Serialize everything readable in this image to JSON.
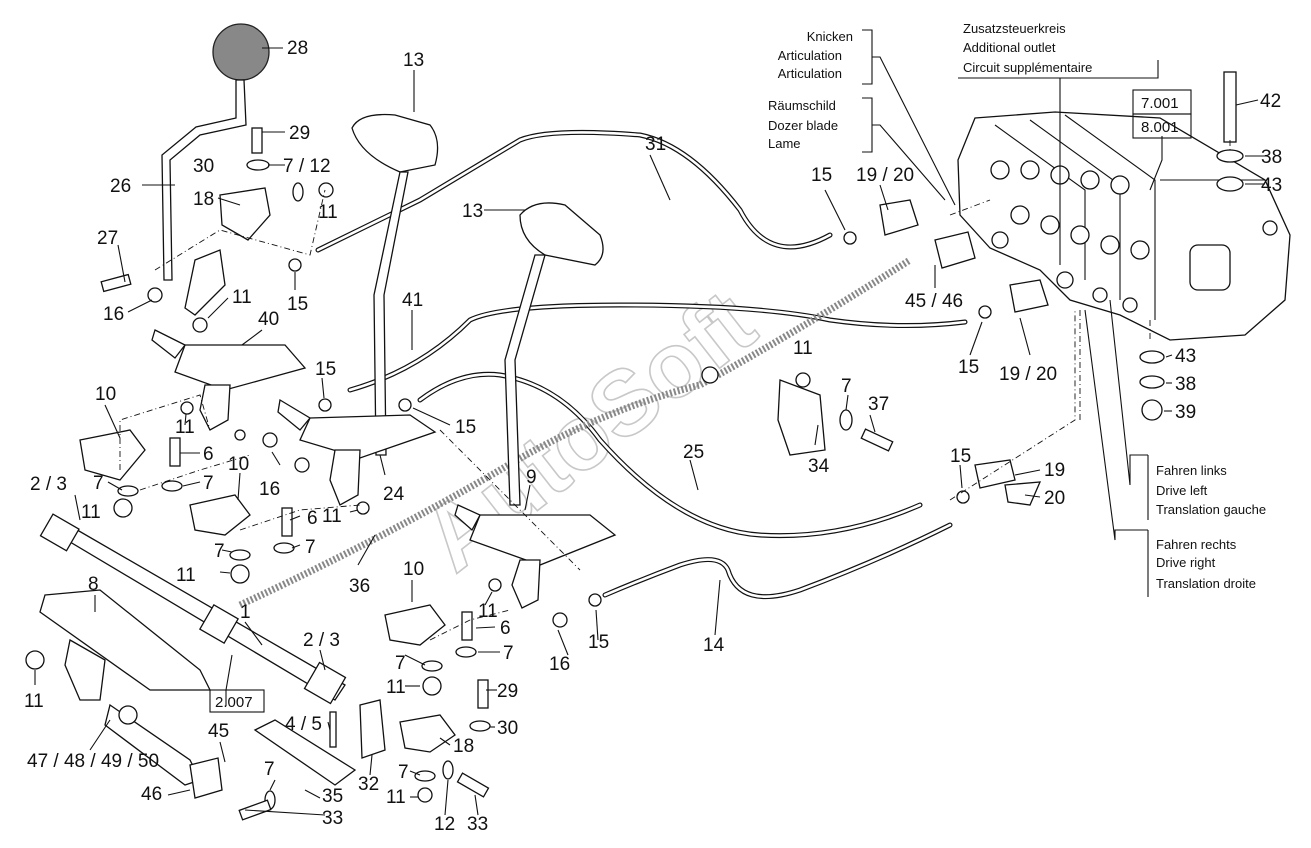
{
  "watermark": "AutoSoft",
  "callouts": {
    "c28": "28",
    "c13a": "13",
    "c13b": "13",
    "c29a": "29",
    "c30a": "30",
    "c712": "7 / 12",
    "c11a": "11",
    "c26": "26",
    "c18a": "18",
    "c27": "27",
    "c16a": "16",
    "c11b": "11",
    "c15a": "15",
    "c31": "31",
    "c15b": "15",
    "c1920a": "19 / 20",
    "c40": "40",
    "c41": "41",
    "c4546": "45 / 46",
    "c15c": "15",
    "c1920b": "19 / 20",
    "c10a": "10",
    "c15d": "15",
    "c15e": "15",
    "c11c": "11",
    "c6a": "6",
    "c7a": "7",
    "c7b": "7",
    "c11d": "11",
    "c16b": "16",
    "c24": "24",
    "c11e": "11",
    "c7c": "7",
    "c37": "37",
    "c34": "34",
    "c23a": "2 / 3",
    "c10b": "10",
    "c6b": "6",
    "c7d": "7",
    "c7e": "7",
    "c11f": "11",
    "c9": "9",
    "c25": "25",
    "c36": "36",
    "c15f": "15",
    "c19": "19",
    "c20": "20",
    "c8": "8",
    "c1": "1",
    "c23b": "2 / 3",
    "c11g": "11",
    "c10c": "10",
    "c11h": "11",
    "c6c": "6",
    "c7f": "7",
    "c7g": "7",
    "c16c": "16",
    "c15g": "15",
    "c14": "14",
    "c11i": "11",
    "c29b": "29",
    "c30b": "30",
    "c45": "45",
    "c45b": "4 / 5",
    "c18b": "18",
    "c474850": "47 / 48 / 49 / 50",
    "c46": "46",
    "c7h": "7",
    "c35": "35",
    "c33a": "33",
    "c32": "32",
    "c7i": "7",
    "c11j": "11",
    "c12": "12",
    "c33b": "33",
    "c42": "42",
    "c38a": "38",
    "c43a": "43",
    "c43b": "43",
    "c38b": "38",
    "c39": "39"
  },
  "refs": {
    "r7001": "7.001",
    "r8001": "8.001",
    "r2007": "2.007"
  },
  "notes": {
    "articulation": [
      "Knicken",
      "Articulation",
      "Articulation"
    ],
    "dozer": [
      "Räumschild",
      "Dozer blade",
      "Lame"
    ],
    "outlet": [
      "Zusatzsteuerkreis",
      "Additional outlet",
      "Circuit supplémentaire"
    ],
    "drive_left": [
      "Fahren links",
      "Drive left",
      "Translation gauche"
    ],
    "drive_right": [
      "Fahren rechts",
      "Drive right",
      "Translation droite"
    ]
  }
}
